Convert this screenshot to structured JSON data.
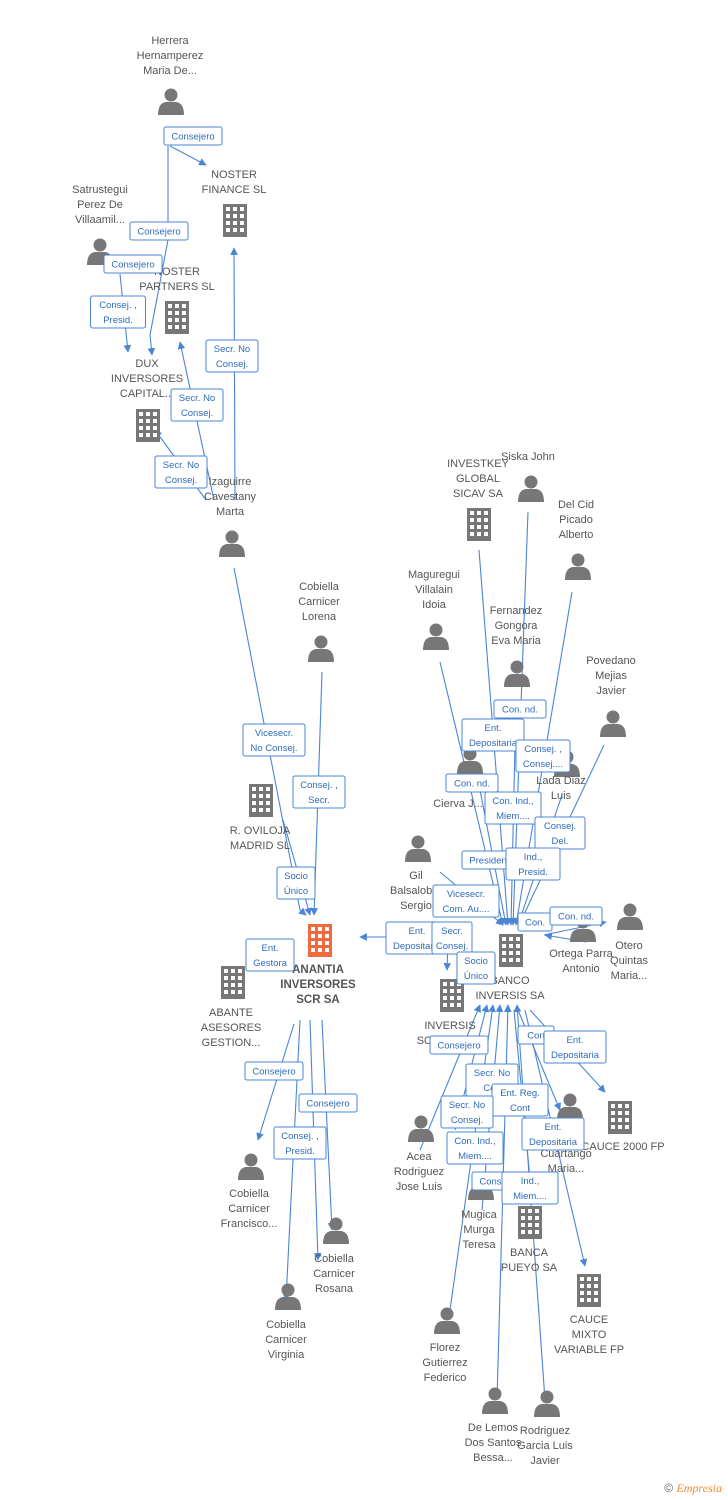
{
  "nodes": [
    {
      "id": "herrera",
      "type": "person",
      "label": [
        "Herrera",
        "Hernamperez",
        "Maria De..."
      ]
    },
    {
      "id": "noster_finance",
      "type": "company",
      "label": [
        "NOSTER",
        "FINANCE SL"
      ]
    },
    {
      "id": "satrustegui",
      "type": "person",
      "label": [
        "Satrustegui",
        "Perez De",
        "Villaamil..."
      ]
    },
    {
      "id": "noster_partners",
      "type": "company",
      "label": [
        "NOSTER",
        "PARTNERS SL"
      ]
    },
    {
      "id": "dux",
      "type": "company",
      "label": [
        "DUX",
        "INVERSORES",
        "CAPITAL..."
      ]
    },
    {
      "id": "izaguirre",
      "type": "person",
      "label": [
        "Izaguirre",
        "Cavestany",
        "Marta"
      ]
    },
    {
      "id": "investkey",
      "type": "company",
      "label": [
        "INVESTKEY",
        "GLOBAL",
        "SICAV SA"
      ]
    },
    {
      "id": "siska",
      "type": "person",
      "label": [
        "Siska John"
      ]
    },
    {
      "id": "delcid",
      "type": "person",
      "label": [
        "Del Cid",
        "Picado",
        "Alberto"
      ]
    },
    {
      "id": "maguregui",
      "type": "person",
      "label": [
        "Maguregui",
        "Villalain",
        "Idoia"
      ]
    },
    {
      "id": "fernandez",
      "type": "person",
      "label": [
        "Fernandez",
        "Gongora",
        "Eva Maria"
      ]
    },
    {
      "id": "povedano",
      "type": "person",
      "label": [
        "Povedano",
        "Mejias",
        "Javier"
      ]
    },
    {
      "id": "cobiella_lorena",
      "type": "person",
      "label": [
        "Cobiella",
        "Carnicer",
        "Lorena"
      ]
    },
    {
      "id": "cierva",
      "type": "person",
      "label": [
        "N...",
        "Cierva J..."
      ]
    },
    {
      "id": "lada",
      "type": "person",
      "label": [
        "Lada Diaz",
        "Luis"
      ]
    },
    {
      "id": "oviloja",
      "type": "company",
      "label": [
        "R. OVILOJA",
        "MADRID SL"
      ]
    },
    {
      "id": "gil",
      "type": "person",
      "label": [
        "Gil",
        "Balsalobre",
        "Sergio"
      ]
    },
    {
      "id": "otero",
      "type": "person",
      "label": [
        "Otero",
        "Quintas",
        "Maria..."
      ]
    },
    {
      "id": "ortega",
      "type": "person",
      "label": [
        "Ortega Parra",
        "Antonio"
      ]
    },
    {
      "id": "banco",
      "type": "company",
      "label": [
        "BANCO",
        "INVERSIS SA"
      ]
    },
    {
      "id": "anantia",
      "type": "company",
      "main": true,
      "label": [
        "ANANTIA",
        "INVERSORES",
        "SCR SA"
      ]
    },
    {
      "id": "abante",
      "type": "company",
      "label": [
        "ABANTE",
        "ASESORES",
        "GESTION..."
      ]
    },
    {
      "id": "inversis_soc",
      "type": "company",
      "label": [
        "INVERSIS",
        "SOCIEDAD..."
      ]
    },
    {
      "id": "cauce2000",
      "type": "company",
      "label": [
        "CAUCE 2000 FP"
      ]
    },
    {
      "id": "cuartango",
      "type": "person",
      "label": [
        "Cuartango",
        "Maria..."
      ]
    },
    {
      "id": "acea",
      "type": "person",
      "label": [
        "Acea",
        "Rodriguez",
        "Jose Luis"
      ]
    },
    {
      "id": "mugica",
      "type": "person",
      "label": [
        "Mugica",
        "Murga",
        "Teresa"
      ]
    },
    {
      "id": "banca_pueyo",
      "type": "company",
      "label": [
        "BANCA",
        "PUEYO SA"
      ]
    },
    {
      "id": "cauce_mixto",
      "type": "company",
      "label": [
        "CAUCE",
        "MIXTO",
        "VARIABLE FP"
      ]
    },
    {
      "id": "cobiella_francisco",
      "type": "person",
      "label": [
        "Cobiella",
        "Carnicer",
        "Francisco..."
      ]
    },
    {
      "id": "cobiella_rosana",
      "type": "person",
      "label": [
        "Cobiella",
        "Carnicer",
        "Rosana"
      ]
    },
    {
      "id": "cobiella_virginia",
      "type": "person",
      "label": [
        "Cobiella",
        "Carnicer",
        "Virginia"
      ]
    },
    {
      "id": "florez",
      "type": "person",
      "label": [
        "Florez",
        "Gutierrez",
        "Federico"
      ]
    },
    {
      "id": "delemos",
      "type": "person",
      "label": [
        "De Lemos",
        "Dos Santos",
        "Bessa..."
      ]
    },
    {
      "id": "rodriguez",
      "type": "person",
      "label": [
        "Rodriguez",
        "Garcia Luis",
        "Javier"
      ]
    }
  ],
  "relations": [
    {
      "id": "r1",
      "lines": [
        "Consejero"
      ]
    },
    {
      "id": "r2",
      "lines": [
        "Consejero"
      ]
    },
    {
      "id": "r3",
      "lines": [
        "Consejero"
      ]
    },
    {
      "id": "r4",
      "lines": [
        "Consej. ,",
        "Presid."
      ]
    },
    {
      "id": "r5",
      "lines": [
        "Secr.  No",
        "Consej."
      ]
    },
    {
      "id": "r6",
      "lines": [
        "Secr.  No",
        "Consej."
      ]
    },
    {
      "id": "r7",
      "lines": [
        "Secr.  No",
        "Consej."
      ]
    },
    {
      "id": "r8",
      "lines": [
        "Vicesecr.",
        "No Consej."
      ]
    },
    {
      "id": "r9",
      "lines": [
        "Consej. ,",
        "Secr."
      ]
    },
    {
      "id": "r10",
      "lines": [
        "Socio",
        "Único"
      ]
    },
    {
      "id": "r11",
      "lines": [
        "Ent.",
        "Gestora"
      ]
    },
    {
      "id": "r12",
      "lines": [
        "Consejero"
      ]
    },
    {
      "id": "r13",
      "lines": [
        "Consejero"
      ]
    },
    {
      "id": "r14",
      "lines": [
        "Consej. ,",
        "Presid."
      ]
    },
    {
      "id": "r15",
      "lines": [
        "Con.  nd."
      ]
    },
    {
      "id": "r16",
      "lines": [
        "Ent.",
        "Depositaria"
      ]
    },
    {
      "id": "r17",
      "lines": [
        "Consej. ,",
        "Consej...."
      ]
    },
    {
      "id": "r18",
      "lines": [
        "Con.  nd."
      ]
    },
    {
      "id": "r19",
      "lines": [
        "Con.  Ind.,",
        "Miem...."
      ]
    },
    {
      "id": "r20",
      "lines": [
        "Consej.",
        "Del."
      ]
    },
    {
      "id": "r21",
      "lines": [
        "Presidente"
      ]
    },
    {
      "id": "r22",
      "lines": [
        "Ind.,",
        "Presid."
      ]
    },
    {
      "id": "r23",
      "lines": [
        "Vicesecr.",
        "Com. Au...."
      ]
    },
    {
      "id": "r24",
      "lines": [
        "Ent.",
        "Depositaria"
      ]
    },
    {
      "id": "r25",
      "lines": [
        "Secr.",
        "Consej."
      ]
    },
    {
      "id": "r26",
      "lines": [
        "Socio",
        "Único"
      ]
    },
    {
      "id": "r27",
      "lines": [
        "Con."
      ]
    },
    {
      "id": "r28",
      "lines": [
        "Con.  nd."
      ]
    },
    {
      "id": "r29",
      "lines": [
        "Consejero"
      ]
    },
    {
      "id": "r30",
      "lines": [
        "Con"
      ]
    },
    {
      "id": "r31",
      "lines": [
        "Ent.",
        "Depositaria"
      ]
    },
    {
      "id": "r32",
      "lines": [
        "Secr.  No",
        "Con"
      ]
    },
    {
      "id": "r33",
      "lines": [
        "Ent.  Reg.",
        "Cont"
      ]
    },
    {
      "id": "r34",
      "lines": [
        "Secr.  No",
        "Consej."
      ]
    },
    {
      "id": "r35",
      "lines": [
        "Ent.",
        "Depositaria"
      ]
    },
    {
      "id": "r36",
      "lines": [
        "Con.  Ind.,",
        "Miem...."
      ]
    },
    {
      "id": "r37",
      "lines": [
        "Consejero"
      ]
    },
    {
      "id": "r38",
      "lines": [
        "Ind.,",
        "Miem...."
      ]
    }
  ],
  "footer": {
    "copyright": "©",
    "brand": "Empresia"
  }
}
